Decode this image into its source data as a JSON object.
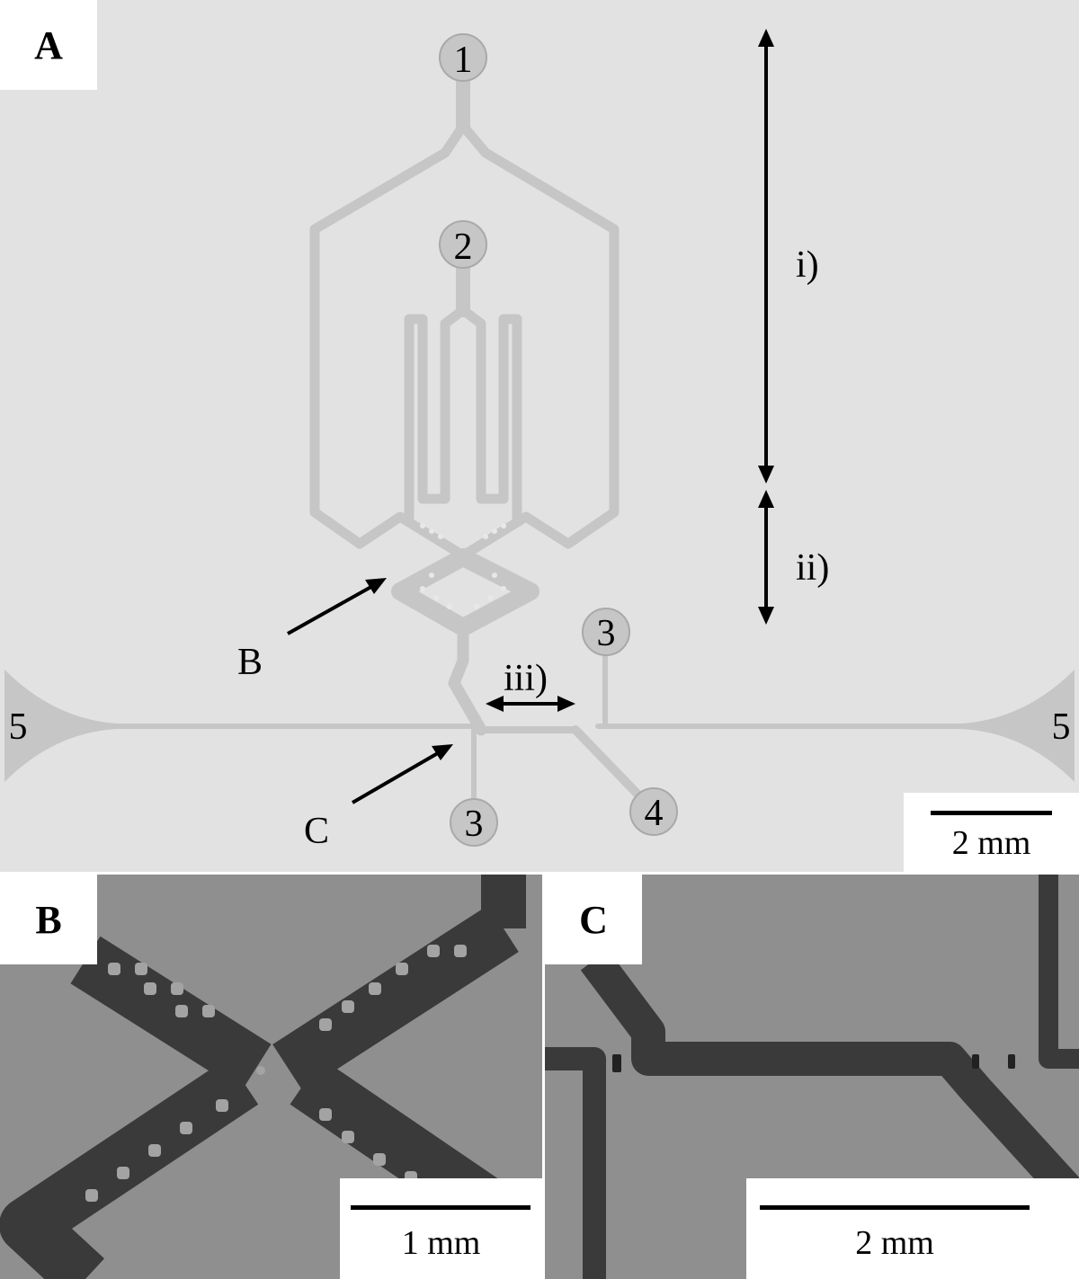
{
  "panels": {
    "a": {
      "label": "A",
      "ports": [
        "1",
        "2",
        "3",
        "3",
        "4",
        "5",
        "5"
      ],
      "sections": [
        "i)",
        "ii)",
        "iii)"
      ],
      "callouts": [
        "B",
        "C"
      ],
      "scale": "2 mm"
    },
    "b": {
      "label": "B",
      "scale": "1 mm"
    },
    "c": {
      "label": "C",
      "scale": "2 mm"
    }
  },
  "colors": {
    "background_a": "#e2e2e2",
    "channel": "#c6c6c6",
    "channel_outline": "#a9a9a9",
    "sem_surface": "#8f8f8f",
    "sem_channel": "#3a3a3a"
  }
}
